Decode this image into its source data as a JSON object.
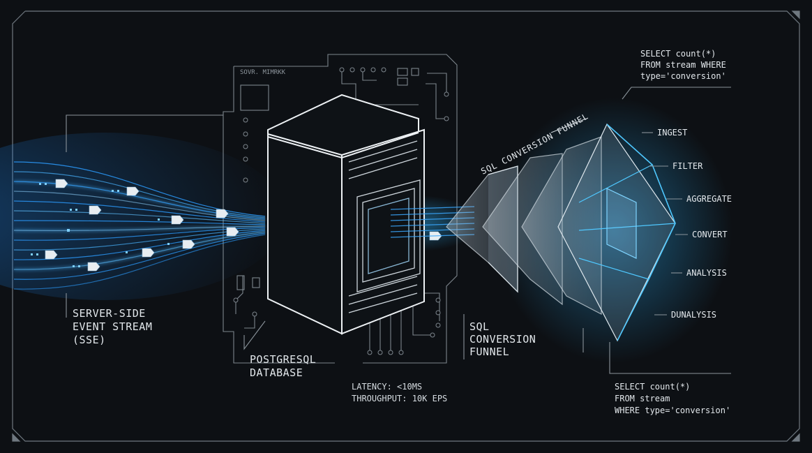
{
  "sse": {
    "title_lines": [
      "SERVER-SIDE",
      "EVENT STREAM",
      "(SSE)"
    ]
  },
  "database": {
    "title_lines": [
      "POSTGRESQL",
      "DATABASE"
    ],
    "chip_text": "SOVR. MIMRKK",
    "metrics": [
      "LATENCY: <10MS",
      "THROUGHPUT: 10K EPS"
    ]
  },
  "funnel": {
    "curved_label": "SQL CONVERSION FUNNEL",
    "title_lines": [
      "SQL",
      "CONVERSION",
      "FUNNEL"
    ],
    "stages": [
      "INGEST",
      "FILTER",
      "AGGREGATE",
      "CONVERT",
      "ANALYSIS",
      "DUNALYSIS"
    ]
  },
  "queries": {
    "top_lines": [
      "SELECT count(*)",
      "FROM stream WHERE",
      "type='conversion'"
    ],
    "bottom_lines": [
      "SELECT count(*)",
      "FROM stream",
      "WHERE type='conversion'"
    ]
  },
  "colors": {
    "background": "#0d1014",
    "line": "#9aa3aa",
    "glow": "#2fa8ff",
    "accent": "#5fd0ff"
  }
}
